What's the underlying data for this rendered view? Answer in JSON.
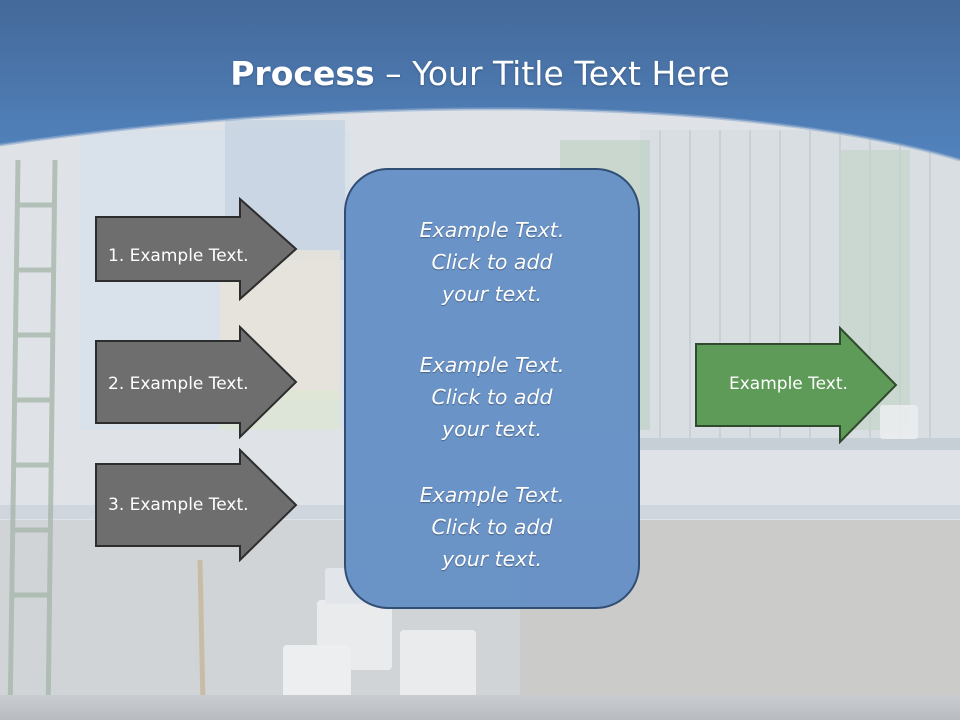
{
  "title": {
    "bold": "Process",
    "rest": " – Your Title Text Here"
  },
  "left_arrows": [
    {
      "label": "1. Example Text."
    },
    {
      "label": "2. Example Text."
    },
    {
      "label": "3. Example Text."
    }
  ],
  "center_panel": {
    "blocks": [
      {
        "text": "Example Text.\nClick  to add\nyour text."
      },
      {
        "text": "Example Text.\nClick  to add\nyour text."
      },
      {
        "text": "Example Text.\nClick  to add\nyour text."
      }
    ]
  },
  "right_arrow": {
    "label": "Example Text."
  },
  "colors": {
    "header_blue": "#4f7cb3",
    "arrow_gray": "#6e6e6e",
    "arrow_green": "#5e9a58",
    "panel_blue": "#6791c6"
  }
}
